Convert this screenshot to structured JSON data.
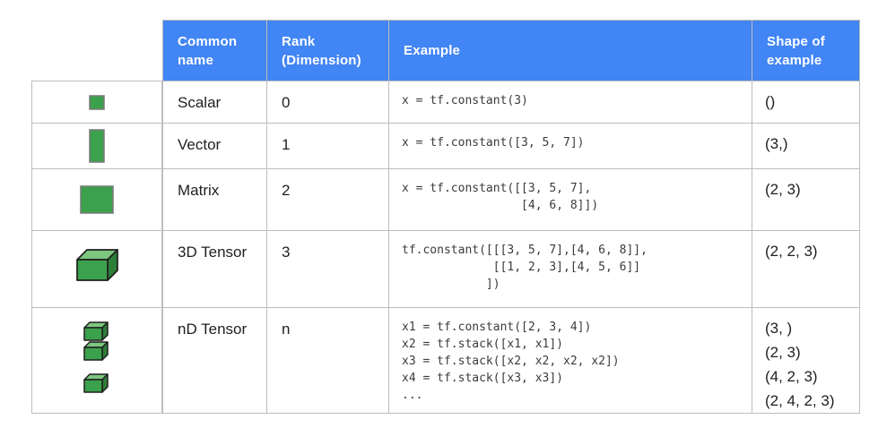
{
  "header": {
    "common_name": "Common name",
    "rank": "Rank (Dimension)",
    "example": "Example",
    "shape": "Shape of example"
  },
  "rows": [
    {
      "icon": "scalar-icon",
      "name": "Scalar",
      "rank": "0",
      "example": "x = tf.constant(3)",
      "shape": "()"
    },
    {
      "icon": "vector-icon",
      "name": "Vector",
      "rank": "1",
      "example": "x = tf.constant([3, 5, 7])",
      "shape": "(3,)"
    },
    {
      "icon": "matrix-icon",
      "name": "Matrix",
      "rank": "2",
      "example": "x = tf.constant([[3, 5, 7],\n                 [4, 6, 8]])",
      "shape": "(2, 3)"
    },
    {
      "icon": "3d-tensor-icon",
      "name": "3D Tensor",
      "rank": "3",
      "example": "tf.constant([[[3, 5, 7],[4, 6, 8]],\n             [[1, 2, 3],[4, 5, 6]]\n            ])",
      "shape": "(2, 2, 3)"
    },
    {
      "icon": "nd-tensor-icon",
      "name": "nD Tensor",
      "rank": "n",
      "example": "x1 = tf.constant([2, 3, 4])\nx2 = tf.stack([x1, x1])\nx3 = tf.stack([x2, x2, x2, x2])\nx4 = tf.stack([x3, x3])\n...",
      "shape": "(3, )\n(2, 3)\n(4, 2, 3)\n(2, 4, 2, 3)"
    }
  ],
  "colors": {
    "header_bg": "#4285F4",
    "header_text": "#FFFFFF",
    "border": "#BDBDBD",
    "green_front": "#3CA14C",
    "green_top": "#7DC67F",
    "green_side": "#2D7E37"
  }
}
